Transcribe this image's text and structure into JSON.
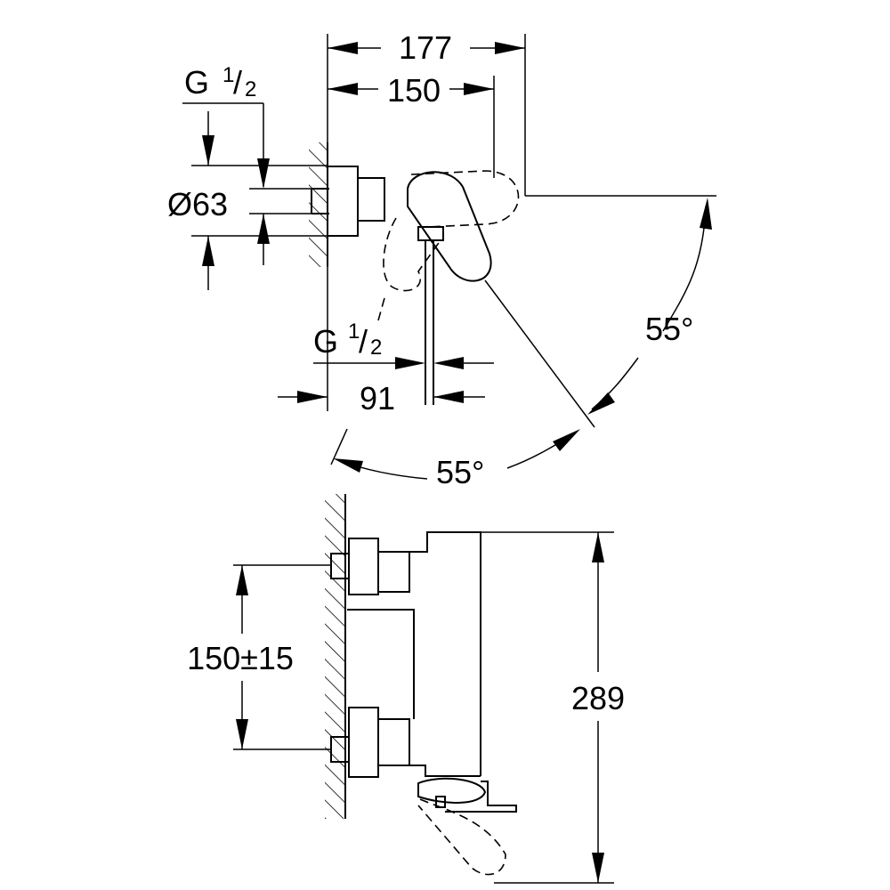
{
  "dimensions": {
    "width_177": "177",
    "width_150": "150",
    "diameter": "Ø63",
    "thread_top": {
      "main": "G",
      "num": "1",
      "slash": "/",
      "den": "2"
    },
    "thread_bottom": {
      "main": "G",
      "num": "1",
      "slash": "/",
      "den": "2"
    },
    "depth_91": "91",
    "angle_right": "55°",
    "angle_bottom": "55°",
    "spacing": "150±15",
    "height_289": "289"
  },
  "colors": {
    "line": "#000000",
    "background": "#ffffff"
  }
}
